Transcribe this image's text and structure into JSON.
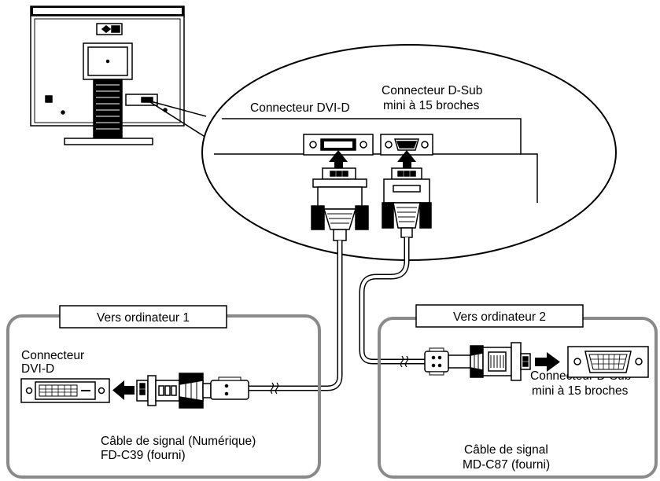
{
  "labels": {
    "dvi_connector_monitor": "Connecteur DVI-D",
    "dsub_connector_monitor_line1": "Connecteur D-Sub",
    "dsub_connector_monitor_line2": "mini à 15 broches",
    "computer1_tab": "Vers ordinateur 1",
    "computer2_tab": "Vers ordinateur 2",
    "pc1_connector_line1": "Connecteur",
    "pc1_connector_line2": "DVI-D",
    "pc2_connector_line1": "Connecteur D-Sub",
    "pc2_connector_line2": "mini à 15 broches",
    "cable1_line1": "Câble de signal (Numérique)",
    "cable1_line2": "FD-C39 (fourni)",
    "cable2_line1": "Câble de signal",
    "cable2_line2": "MD-C87 (fourni)"
  },
  "icons": [
    "monitor-rear-icon",
    "dvi-port-icon",
    "dsub-port-icon",
    "dvi-plug-icon",
    "dsub-plug-icon",
    "ferrite-core-icon",
    "arrow-icon"
  ]
}
